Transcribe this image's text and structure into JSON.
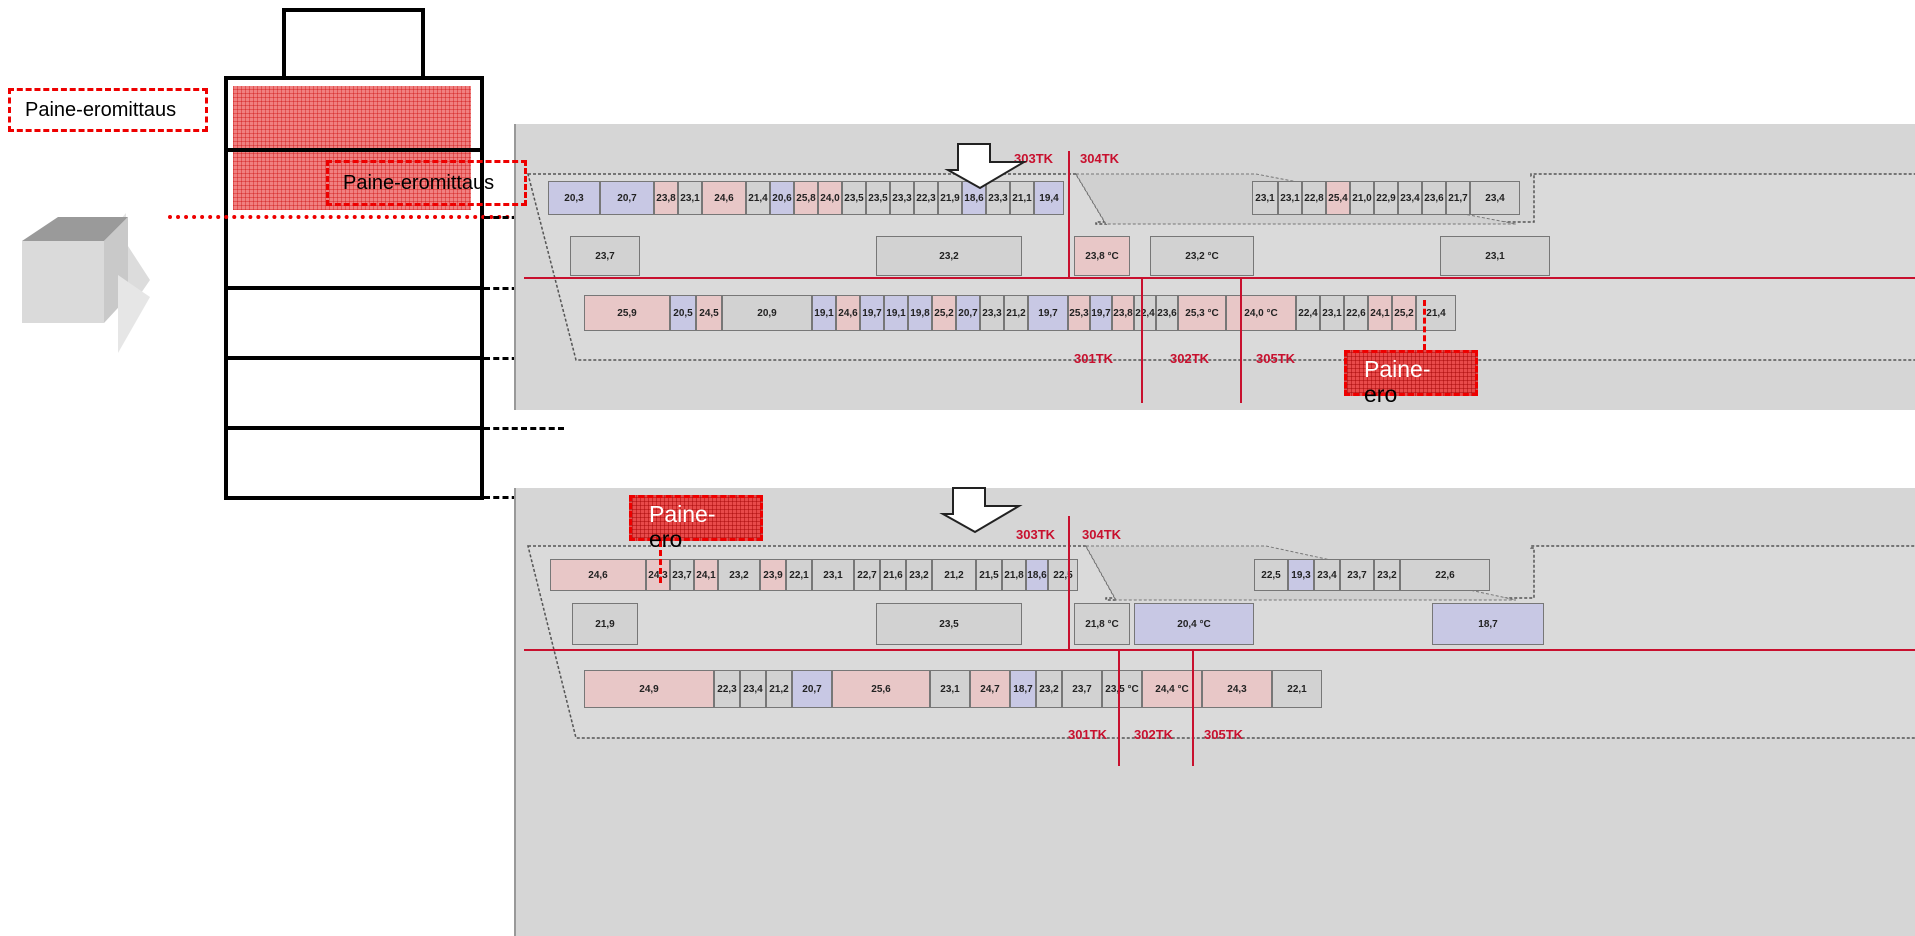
{
  "callouts": {
    "top_left": "Paine-eromittaus",
    "mid": "Paine-eromittaus",
    "plan1_paine": [
      "Paine-",
      "ero"
    ],
    "plan2_paine": [
      "Paine-",
      "ero"
    ]
  },
  "plan1": {
    "tk_labels": [
      "303TK",
      "304TK",
      "301TK",
      "302TK",
      "305TK"
    ],
    "row_top": [
      "20,3",
      "20,7",
      "23,8",
      "23,1",
      "24,6",
      "21,4",
      "20,6",
      "25,8",
      "24,0",
      "23,5",
      "23,5",
      "23,3",
      "22,3",
      "21,9",
      "18,6",
      "23,3",
      "21,1",
      "19,4"
    ],
    "row_top_right": [
      "23,1",
      "23,1",
      "22,8",
      "25,4",
      "21,0",
      "22,9",
      "23,4",
      "23,6",
      "21,7",
      "23,4"
    ],
    "row_mid": [
      "23,7",
      "23,2",
      "23,8 °C",
      "23,2 °C",
      "23,1"
    ],
    "row_bottom": [
      "25,9",
      "20,5",
      "24,5",
      "20,9",
      "19,1",
      "24,6",
      "19,7",
      "19,1",
      "19,8",
      "25,2",
      "20,7",
      "23,3",
      "21,2",
      "19,7",
      "25,3",
      "19,7",
      "23,8",
      "22,4",
      "23,6",
      "25,3 °C",
      "24,0 °C",
      "22,4",
      "23,1",
      "22,6",
      "24,1",
      "25,2",
      "21,4"
    ]
  },
  "plan2": {
    "tk_labels": [
      "303TK",
      "304TK",
      "301TK",
      "302TK",
      "305TK"
    ],
    "row_top": [
      "24,6",
      "24,3",
      "23,7",
      "24,1",
      "23,2",
      "23,9",
      "22,1",
      "23,1",
      "22,7",
      "21,6",
      "23,2",
      "21,2",
      "21,5",
      "21,8",
      "18,6",
      "22,5"
    ],
    "row_top_right": [
      "22,5",
      "19,3",
      "23,4",
      "23,7",
      "23,2",
      "22,6"
    ],
    "row_mid": [
      "21,9",
      "23,5",
      "21,8 °C",
      "20,4 °C",
      "18,7"
    ],
    "row_bottom": [
      "24,9",
      "22,3",
      "23,4",
      "21,2",
      "20,7",
      "25,6",
      "23,1",
      "24,7",
      "18,7",
      "23,2",
      "23,7",
      "23,5 °C",
      "24,4 °C",
      "24,3",
      "22,1"
    ]
  },
  "colors": {
    "accent_red": "#c8102e",
    "hatch_red": "#f08080",
    "warm_room": "#e8c7c7",
    "cool_room": "#c8c8e4"
  }
}
